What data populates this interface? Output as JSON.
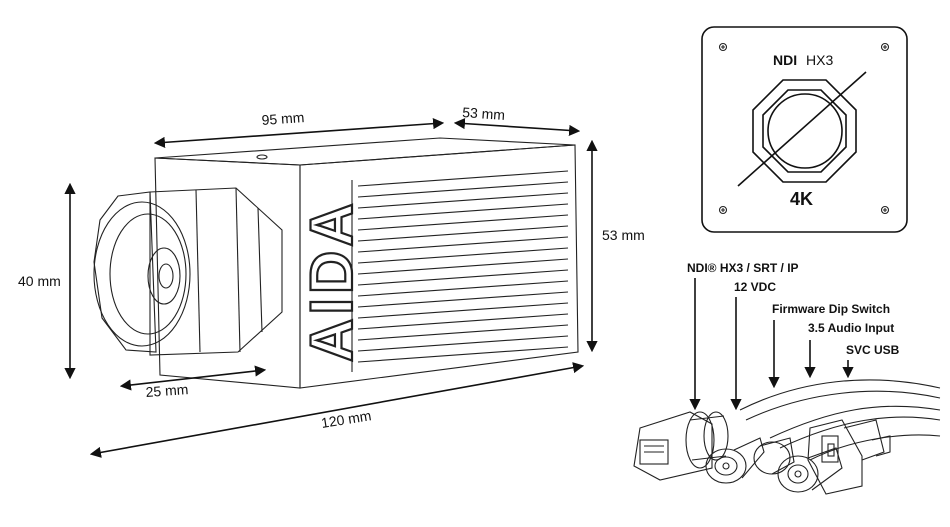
{
  "dimensions": {
    "length_top": "95 mm",
    "depth_top": "53 mm",
    "height_right": "53 mm",
    "height_left": "40 mm",
    "lens_depth": "25 mm",
    "overall_length": "120 mm"
  },
  "camera": {
    "brand": "AIDA"
  },
  "back_panel": {
    "ndi_bold": "NDI",
    "ndi_thin": "HX3",
    "resolution": "4K"
  },
  "connectors": [
    {
      "label": "NDI® HX3 / SRT / IP"
    },
    {
      "label": "12 VDC"
    },
    {
      "label": "Firmware Dip Switch"
    },
    {
      "label": "3.5 Audio Input"
    },
    {
      "label": "SVC USB"
    }
  ]
}
